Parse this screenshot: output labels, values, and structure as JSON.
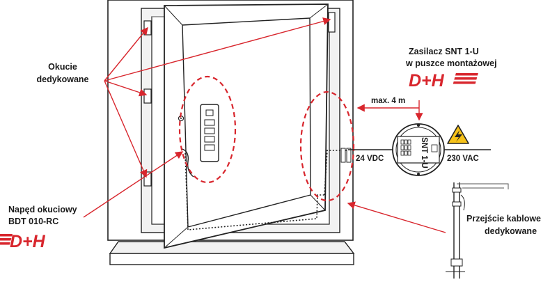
{
  "colors": {
    "accent_red": "#d8262d",
    "line_dark": "#222222",
    "frame_fill": "#f2f2f2",
    "sash_fill": "#ffffff",
    "warning_yellow": "#f6c21a"
  },
  "labels": {
    "fittings": [
      "Okucie",
      "dedykowane"
    ],
    "actuator": [
      "Napęd okuciowy",
      "BDT 010-RC"
    ],
    "power_supply": [
      "Zasilacz SNT 1-U",
      "w puszce montażowej"
    ],
    "cable_transition": [
      "Przejście kablowe",
      "dedykowane"
    ],
    "distance": "max. 4 m",
    "voltage_low": "24 VDC",
    "voltage_high": "230 VAC",
    "device_name": "SNT 1-U"
  },
  "logos": {
    "brand_text": "D+H",
    "brand_color": "#d8262d"
  },
  "icons": {
    "warning": "high-voltage-warning-icon"
  }
}
